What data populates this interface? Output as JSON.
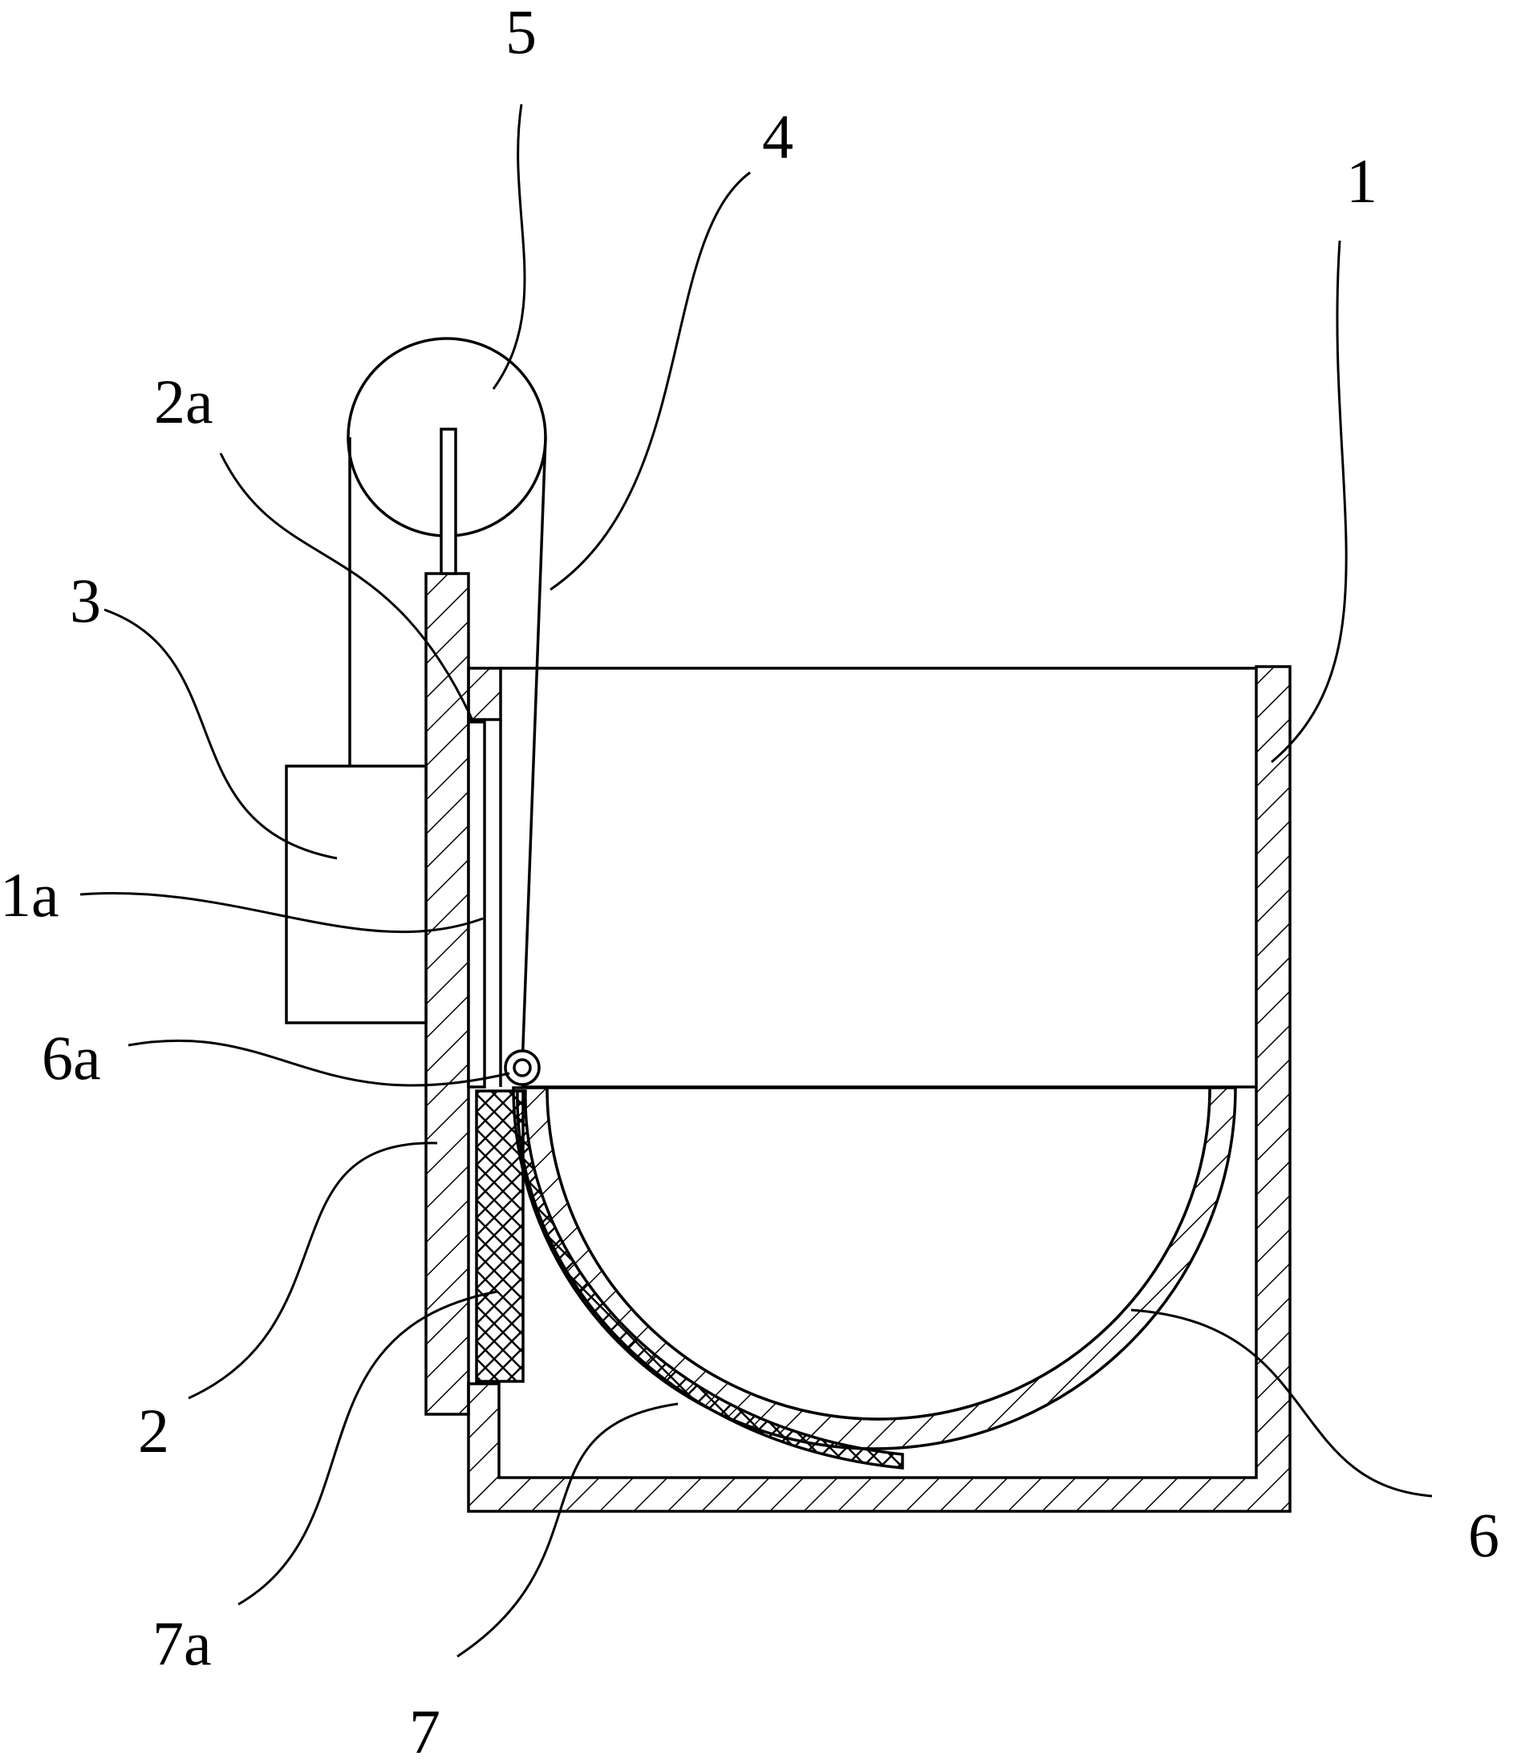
{
  "figure": {
    "labels": {
      "l1": "1",
      "l1a": "1a",
      "l2": "2",
      "l2a": "2a",
      "l3": "3",
      "l4": "4",
      "l5": "5",
      "l6": "6",
      "l6a": "6a",
      "l7": "7",
      "l7a": "7a"
    }
  }
}
